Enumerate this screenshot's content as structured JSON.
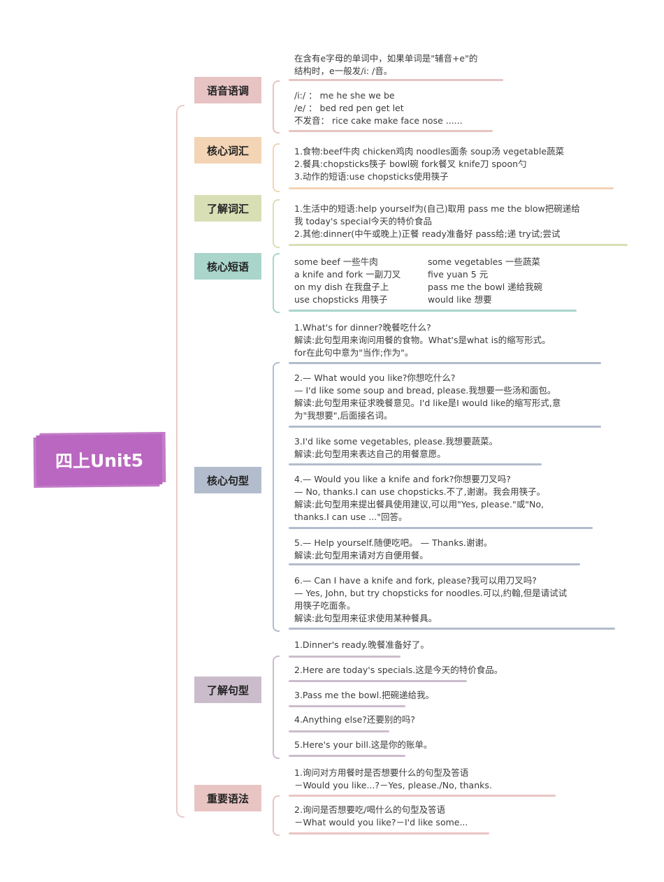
{
  "root": {
    "title": "四上Unit5",
    "color": "#b967c0"
  },
  "branches": [
    {
      "label": "语音语调",
      "color": "#e7c3c3",
      "items": [
        [
          "在含有e字母的单词中，如果单词是\"辅音+e\"的",
          "结构时，e一般发/i: /音。"
        ],
        [
          "/i:/ ： me  he  she  we  be",
          "/e/ ： bed  red  pen  get  let",
          "不发音： rice  cake  make  face  nose ......"
        ]
      ]
    },
    {
      "label": "核心词汇",
      "color": "#f3d4b5",
      "items": [
        [
          "1.食物:beef牛肉   chicken鸡肉   noodles面条 soup汤 vegetable蔬菜",
          "2.餐具:chopsticks筷子   bowl碗   fork餐叉   knife刀   spoon勺",
          "3.动作的短语:use chopsticks使用筷子"
        ]
      ]
    },
    {
      "label": "了解词汇",
      "color": "#d9dfb5",
      "items": [
        [
          "1.生活中的短语:help yourself为(自己)取用   pass me the blow把碗递给",
          "我   today's special今天的特价食品",
          "2.其他:dinner(中午或晚上)正餐   ready准备好   pass给;递   try试;尝试"
        ]
      ]
    },
    {
      "label": "核心短语",
      "color": "#a9d5cb",
      "columns": [
        [
          "some beef  一些牛肉",
          " a knife and fork  一副刀叉",
          "on my dish  在我盘子上",
          "use chopsticks 用筷子"
        ],
        [
          "some vegetables  一些蔬菜",
          " five yuan 5 元",
          "pass me the bowl  递给我碗",
          "  would like 想要"
        ]
      ]
    },
    {
      "label": "核心句型",
      "color": "#b3bccc",
      "items": [
        [
          "1.What's for dinner?晚餐吃什么?",
          "解读:此句型用来询问用餐的食物。What's是what is的缩写形式。",
          "for在此句中意为\"当作;作为\"。"
        ],
        [
          "2.— What would you like?你想吃什么?",
          " — I'd like some soup and bread, please.我想要一些汤和面包。",
          "解读:此句型用来征求晚餐意见。I'd like是I would like的缩写形式,意",
          "为\"我想要\",后面接名词。"
        ],
        [
          "3.I'd like some vegetables, please.我想要蔬菜。",
          "解读:此句型用来表达自己的用餐意愿。"
        ],
        [
          "4.— Would you like a knife and fork?你想要刀叉吗?",
          " — No, thanks.I can use chopsticks.不了,谢谢。我会用筷子。",
          "解读:此句型用来提出餐具使用建议,可以用\"Yes, please.\"或\"No,",
          "thanks.I can use ...\"回答。"
        ],
        [
          "5.— Help yourself.随便吃吧。 — Thanks.谢谢。",
          "解读:此句型用来请对方自便用餐。"
        ],
        [
          "6.— Can I have a knife and fork, please?我可以用刀叉吗?",
          " — Yes, John, but try chopsticks for noodles.可以,约翰,但是请试试",
          "用筷子吃面条。",
          "解读:此句型用来征求使用某种餐具。"
        ]
      ]
    },
    {
      "label": "了解句型",
      "color": "#cbbccc",
      "items": [
        [
          "1.Dinner's ready.晚餐准备好了。"
        ],
        [
          "2.Here are today's specials.这是今天的特价食品。"
        ],
        [
          "3.Pass me the bowl.把碗递给我。"
        ],
        [
          "4.Anything else?还要别的吗?"
        ],
        [
          "5.Here's your bill.这是你的账单。"
        ]
      ]
    },
    {
      "label": "重要语法",
      "color": "#e8c5c3",
      "items": [
        [
          "1.询问对方用餐时是否想要什么的句型及答语",
          "－Would you like...?－Yes, please./No, thanks."
        ],
        [
          "2.询问是否想要吃/喝什么的句型及答语",
          "－What would you like?－I'd like some..."
        ]
      ]
    }
  ]
}
